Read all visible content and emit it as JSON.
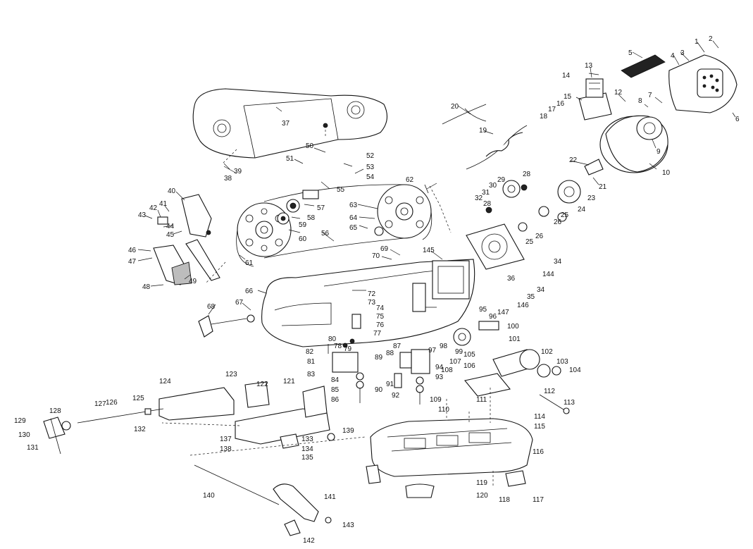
{
  "diagram": {
    "labels": [
      "1",
      "2",
      "3",
      "4",
      "5",
      "6",
      "7",
      "8",
      "9",
      "10",
      "12",
      "13",
      "14",
      "15",
      "16",
      "17",
      "18",
      "19",
      "20",
      "21",
      "22",
      "23",
      "24",
      "25",
      "25",
      "26",
      "26",
      "28",
      "28",
      "29",
      "30",
      "31",
      "32",
      "34",
      "34",
      "35",
      "36",
      "37",
      "38",
      "39",
      "40",
      "41",
      "42",
      "43",
      "44",
      "45",
      "46",
      "47",
      "48",
      "49",
      "50",
      "51",
      "52",
      "53",
      "54",
      "55",
      "56",
      "57",
      "58",
      "59",
      "60",
      "61",
      "62",
      "63",
      "64",
      "65",
      "66",
      "67",
      "68",
      "69",
      "70",
      "72",
      "73",
      "74",
      "75",
      "76",
      "77",
      "78",
      "79",
      "80",
      "81",
      "82",
      "83",
      "84",
      "85",
      "86",
      "87",
      "88",
      "89",
      "90",
      "91",
      "92",
      "93",
      "94",
      "95",
      "96",
      "97",
      "98",
      "99",
      "100",
      "101",
      "102",
      "103",
      "104",
      "105",
      "106",
      "107",
      "108",
      "109",
      "110",
      "111",
      "112",
      "113",
      "114",
      "115",
      "116",
      "117",
      "118",
      "119",
      "120",
      "121",
      "122",
      "123",
      "124",
      "125",
      "126",
      "127",
      "128",
      "129",
      "130",
      "131",
      "132",
      "133",
      "134",
      "135",
      "137",
      "138",
      "139",
      "140",
      "141",
      "142",
      "143",
      "144",
      "145",
      "146",
      "147"
    ]
  }
}
